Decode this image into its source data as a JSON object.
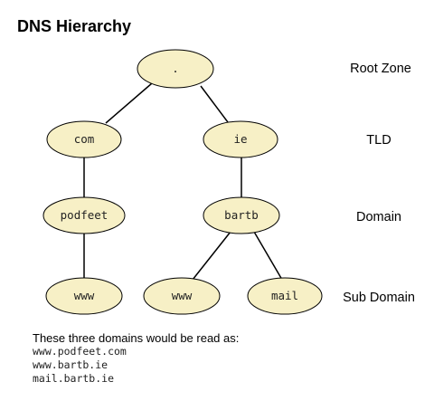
{
  "title": "DNS Hierarchy",
  "levels": {
    "root": "Root Zone",
    "tld": "TLD",
    "domain": "Domain",
    "subdomain": "Sub Domain"
  },
  "nodes": {
    "root": ".",
    "com": "com",
    "ie": "ie",
    "podfeet": "podfeet",
    "bartb": "bartb",
    "www_podfeet": "www",
    "www_bartb": "www",
    "mail_bartb": "mail"
  },
  "note": {
    "heading": "These three domains would be read as:",
    "lines": [
      "www.podfeet.com",
      "www.bartb.ie",
      "mail.bartb.ie"
    ]
  },
  "colors": {
    "node_fill": "#f7f0c6",
    "node_stroke": "#000000"
  }
}
